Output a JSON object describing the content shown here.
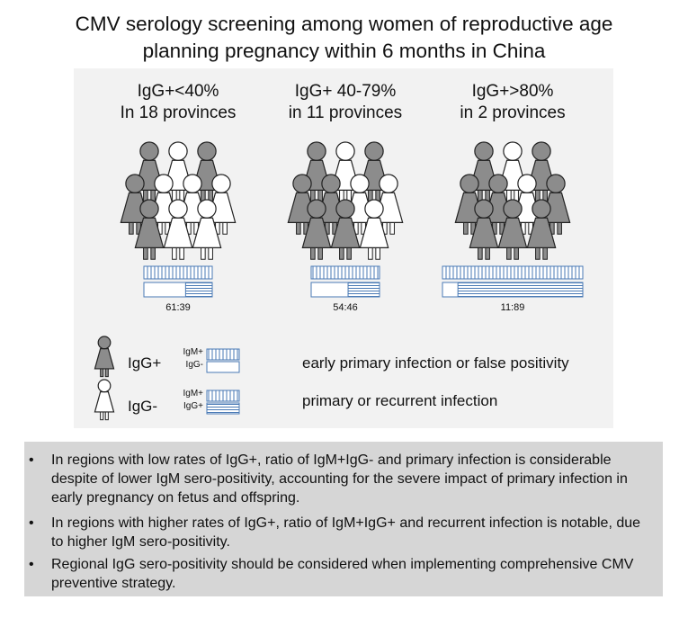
{
  "title": {
    "line1": "CMV serology screening among women of reproductive age",
    "line2": "planning pregnancy within 6 months in China"
  },
  "groups": [
    {
      "line1": "IgG+<40%",
      "line2": "In 18 provinces",
      "ratio": "61:39",
      "igg_pos_fraction": 0.4,
      "igm_igg_neg_share": 0.61
    },
    {
      "line1": "IgG+ 40-79%",
      "line2": "in 11 provinces",
      "ratio": "54:46",
      "igg_pos_fraction": 0.6,
      "igm_igg_neg_share": 0.54
    },
    {
      "line1": "IgG+>80%",
      "line2": "in 2 provinces",
      "ratio": "11:89",
      "igg_pos_fraction": 0.8,
      "igm_igg_neg_share": 0.11
    }
  ],
  "legend": {
    "igg_pos": "IgG+",
    "igg_neg": "IgG-",
    "bar1_top": "IgM+",
    "bar1_bottom": "IgG-",
    "bar1_desc": "early primary infection or false positivity",
    "bar2_top": "IgM+",
    "bar2_bottom": "IgG+",
    "bar2_desc": "primary or recurrent infection"
  },
  "bullets": [
    "In regions with low rates of IgG+, ratio of IgM+IgG- and primary infection is considerable despite of lower IgM sero-positivity, accounting for the severe impact of primary infection in early pregnancy on fetus and offspring.",
    "In regions with higher rates of IgG+, ratio of IgM+IgG+ and recurrent infection is notable, due to higher IgM sero-positivity.",
    "Regional IgG sero-positivity should be considered when implementing comprehensive CMV preventive strategy."
  ],
  "bullet_symbol": "•",
  "colors": {
    "igg_pos_fill": "#8c8c8c",
    "igg_neg_fill": "#ffffff",
    "bar_vertical_hatch": "#4a7ab5",
    "bar_horizontal_hatch": "#4a7ab5",
    "top_panel": "#f2f2f2",
    "bottom_panel": "#d6d6d6"
  }
}
